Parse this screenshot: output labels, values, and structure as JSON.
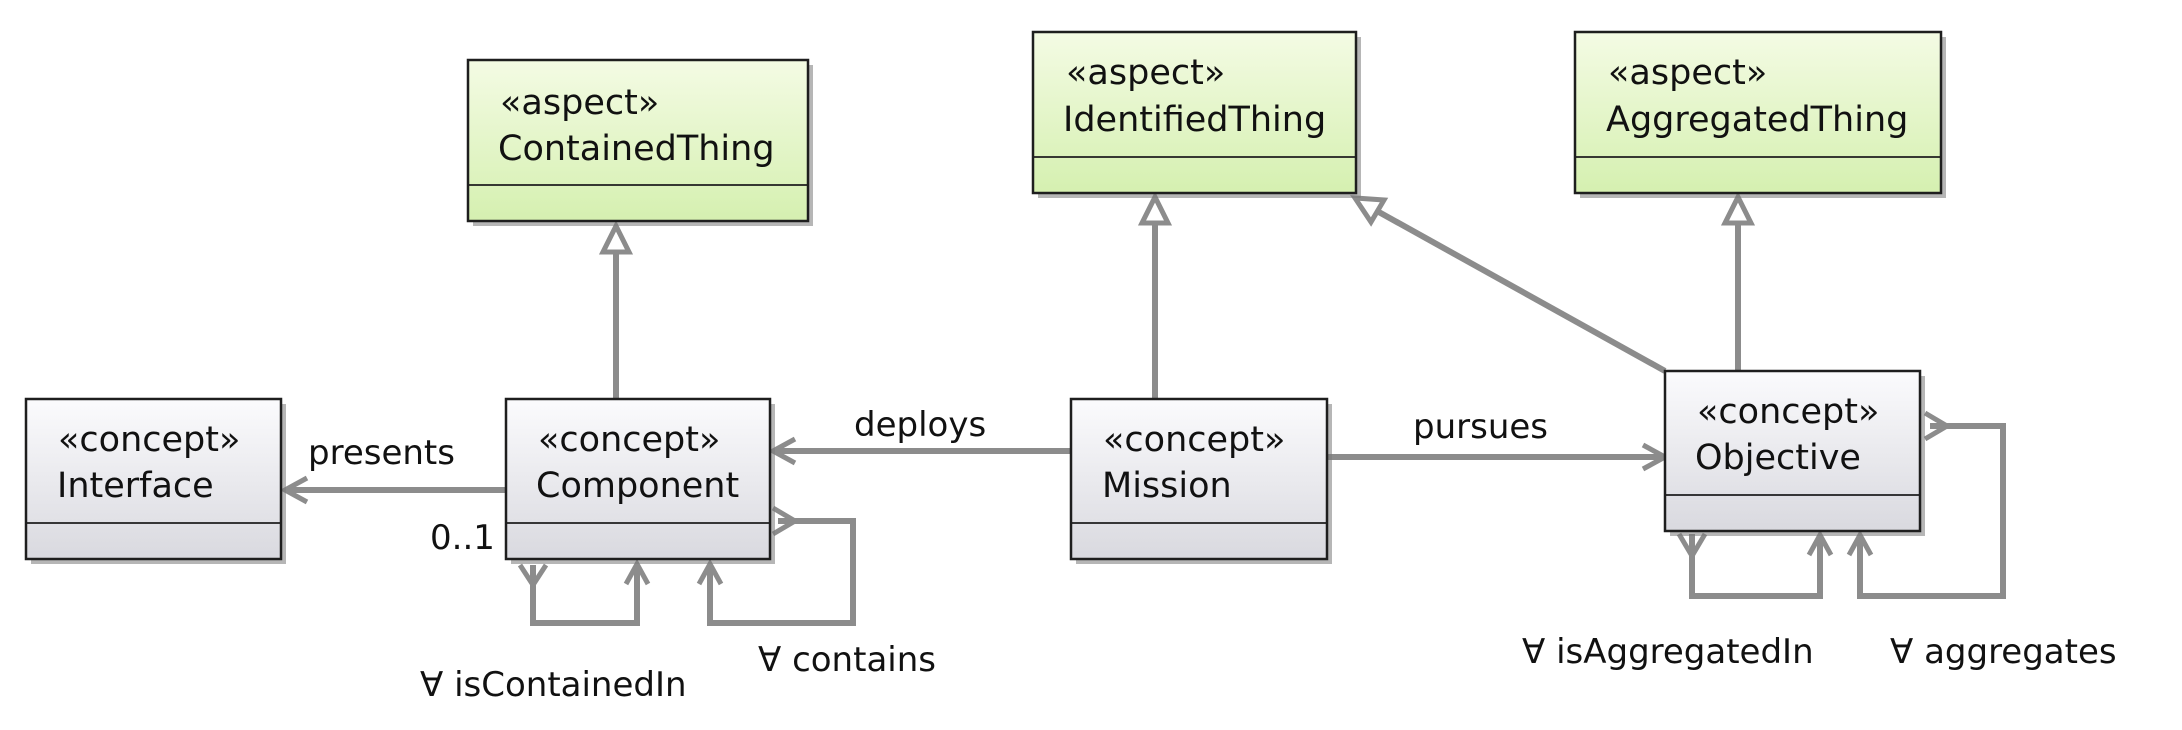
{
  "diagram": {
    "colors": {
      "aspect_fill_top": "#f4fbe4",
      "aspect_fill_bottom": "#d5f0b0",
      "concept_fill_top": "#fbfbfd",
      "concept_fill_bottom": "#d9d9df",
      "border": "#1e1e1e",
      "edge": "#8c8c8c"
    },
    "boxes": [
      {
        "id": "contained-thing",
        "stereotype": "«aspect»",
        "name": "ContainedThing"
      },
      {
        "id": "identified-thing",
        "stereotype": "«aspect»",
        "name": "IdentifiedThing"
      },
      {
        "id": "aggregated-thing",
        "stereotype": "«aspect»",
        "name": "AggregatedThing"
      },
      {
        "id": "interface",
        "stereotype": "«concept»",
        "name": "Interface"
      },
      {
        "id": "component",
        "stereotype": "«concept»",
        "name": "Component"
      },
      {
        "id": "mission",
        "stereotype": "«concept»",
        "name": "Mission"
      },
      {
        "id": "objective",
        "stereotype": "«concept»",
        "name": "Objective"
      }
    ],
    "labels": {
      "presents": "presents",
      "presents_multiplicity": "0..1",
      "deploys": "deploys",
      "pursues": "pursues",
      "is_contained_in": "∀ isContainedIn",
      "contains": "∀ contains",
      "is_aggregated_in": "∀ isAggregatedIn",
      "aggregates": "∀ aggregates"
    }
  }
}
